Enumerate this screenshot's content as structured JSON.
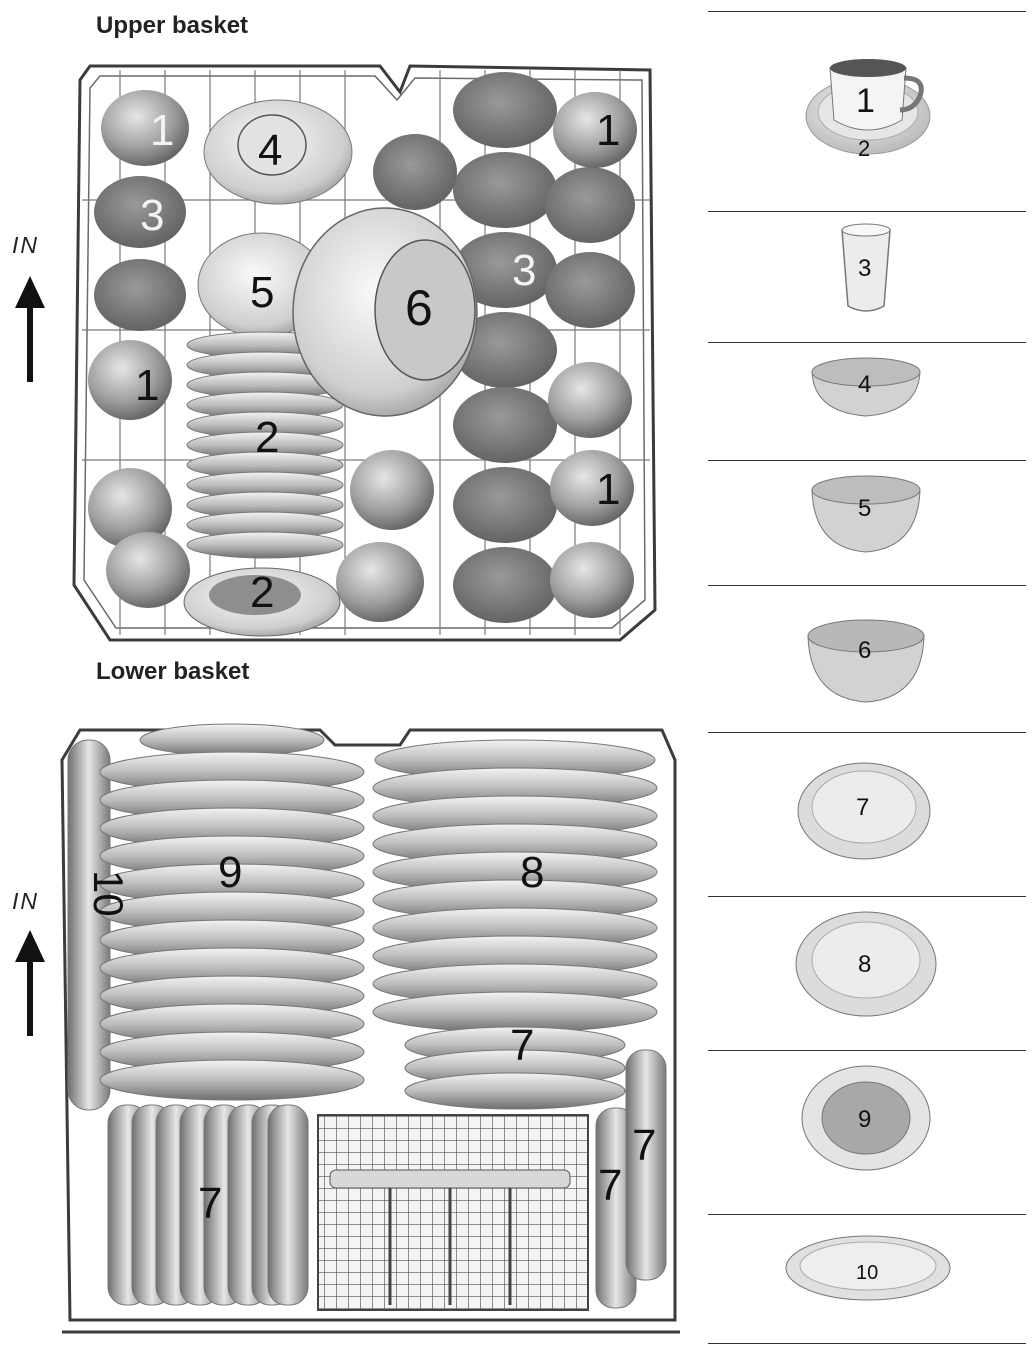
{
  "titles": {
    "upper": "Upper basket",
    "lower": "Lower basket"
  },
  "direction": {
    "label": "IN",
    "icon": "arrow-up-icon"
  },
  "upper_labels": {
    "cup_left_top": "1",
    "bowl_4": "4",
    "glass_left": "3",
    "bowl_5": "5",
    "bowl_6": "6",
    "glass_right": "3",
    "cup_left_mid": "1",
    "saucer_stack": "2",
    "cup_right_top": "1",
    "cup_right_mid": "1",
    "saucer_bottom": "2"
  },
  "lower_labels": {
    "plate_10": "10",
    "plates_9": "9",
    "plates_8": "8",
    "plates_7_center": "7",
    "plates_7_left": "7",
    "plates_7_right_a": "7",
    "plates_7_right_b": "7"
  },
  "legend": [
    {
      "id": "cup-saucer",
      "labels": [
        "1",
        "2"
      ]
    },
    {
      "id": "glass",
      "labels": [
        "3"
      ]
    },
    {
      "id": "bowl-small",
      "labels": [
        "4"
      ]
    },
    {
      "id": "bowl-medium",
      "labels": [
        "5"
      ]
    },
    {
      "id": "bowl-large",
      "labels": [
        "6"
      ]
    },
    {
      "id": "plate-dessert",
      "labels": [
        "7"
      ]
    },
    {
      "id": "plate-dinner",
      "labels": [
        "8"
      ]
    },
    {
      "id": "plate-soup",
      "labels": [
        "9"
      ]
    },
    {
      "id": "platter",
      "labels": [
        "10"
      ]
    }
  ],
  "colors": {
    "dish": "#bdbdbd",
    "dish_dark": "#8e8e8e",
    "wire": "#4a4a4a"
  }
}
